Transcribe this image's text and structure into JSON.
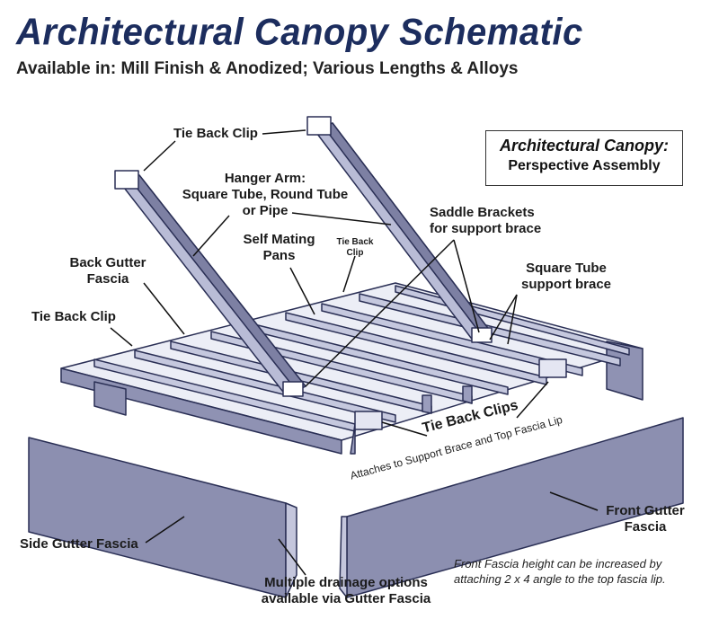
{
  "title": "Architectural Canopy Schematic",
  "subtitle": "Available in: Mill Finish & Anodized; Various Lengths & Alloys",
  "box": {
    "line1": "Architectural Canopy:",
    "line2": "Perspective Assembly"
  },
  "labels": {
    "tie_back_clip_top": "Tie Back Clip",
    "hanger_arm": [
      "Hanger Arm:",
      "Square Tube, Round Tube",
      "or Pipe"
    ],
    "saddle_brackets": [
      "Saddle Brackets",
      "for support brace"
    ],
    "self_mating_pans": [
      "Self Mating",
      "Pans"
    ],
    "tie_back_clip_small": [
      "Tie Back",
      "Clip"
    ],
    "back_gutter_fascia": [
      "Back Gutter",
      "Fascia"
    ],
    "square_tube": [
      "Square Tube",
      "support brace"
    ],
    "tie_back_clip_left": "Tie Back Clip",
    "tie_back_clips": "Tie Back Clips",
    "attaches": "Attaches to Support Brace and Top Fascia Lip",
    "front_gutter_fascia": [
      "Front Gutter",
      "Fascia"
    ],
    "side_gutter_fascia": "Side Gutter Fascia",
    "drainage": [
      "Multiple drainage options",
      "available via Gutter Fascia"
    ],
    "front_note": [
      "Front Fascia height can be increased by",
      "attaching 2 x 4 angle to the top fascia lip."
    ]
  },
  "colors": {
    "title": "#1c2d5e",
    "metal": "#b9bcd6",
    "metal_dark": "#7d80a3",
    "outline": "#2a2f55"
  }
}
